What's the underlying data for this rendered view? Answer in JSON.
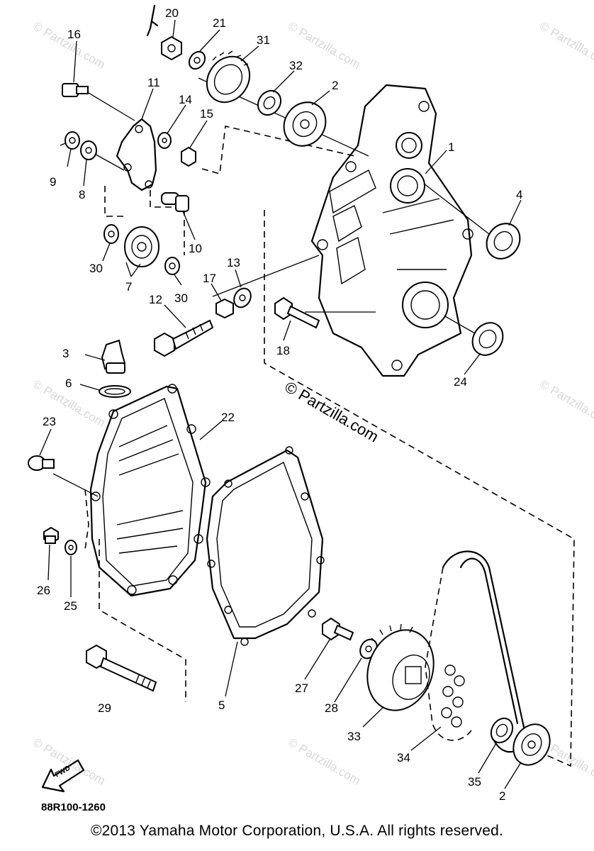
{
  "diagram": {
    "code": "88R100-1260",
    "fwd_label": "FWD",
    "watermark_center": "© Partzilla.com",
    "watermark_tile": "© Partzilla.com",
    "copyright": "©2013 Yamaha Motor Corporation, U.S.A. All rights reserved.",
    "callouts": {
      "c1": "1",
      "c2a": "2",
      "c2b": "2",
      "c3": "3",
      "c4": "4",
      "c5": "5",
      "c6": "6",
      "c7": "7",
      "c8": "8",
      "c9": "9",
      "c10": "10",
      "c11": "11",
      "c12": "12",
      "c13": "13",
      "c14": "14",
      "c15": "15",
      "c16": "16",
      "c17": "17",
      "c18": "18",
      "c20": "20",
      "c21": "21",
      "c22": "22",
      "c23": "23",
      "c24": "24",
      "c25": "25",
      "c26": "26",
      "c27": "27",
      "c28": "28",
      "c29": "29",
      "c30a": "30",
      "c30b": "30",
      "c31": "31",
      "c32": "32",
      "c33": "33",
      "c34": "34",
      "c35": "35"
    }
  }
}
